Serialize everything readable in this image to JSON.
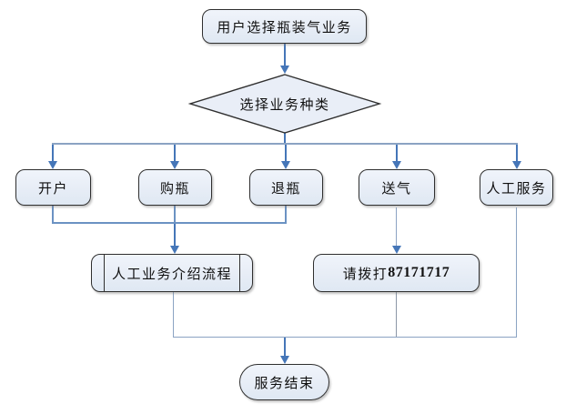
{
  "flowchart": {
    "start": {
      "label": "用户选择瓶装气业务",
      "type": "terminator"
    },
    "decision": {
      "label": "选择业务种类",
      "type": "decision"
    },
    "branches": [
      {
        "label": "开户"
      },
      {
        "label": "购瓶"
      },
      {
        "label": "退瓶"
      },
      {
        "label": "送气"
      },
      {
        "label": "人工服务"
      }
    ],
    "manual_intro": {
      "label": "人工业务介绍流程",
      "type": "predefined-process"
    },
    "call": {
      "prefix": "请拨打",
      "number": "87171717"
    },
    "end": {
      "label": "服务结束",
      "type": "terminator"
    },
    "colors": {
      "node_fill": "#e9eef7",
      "node_border": "#2f2f2f",
      "connector_line": "#8ba3c3",
      "arrow": "#4576b8"
    }
  }
}
